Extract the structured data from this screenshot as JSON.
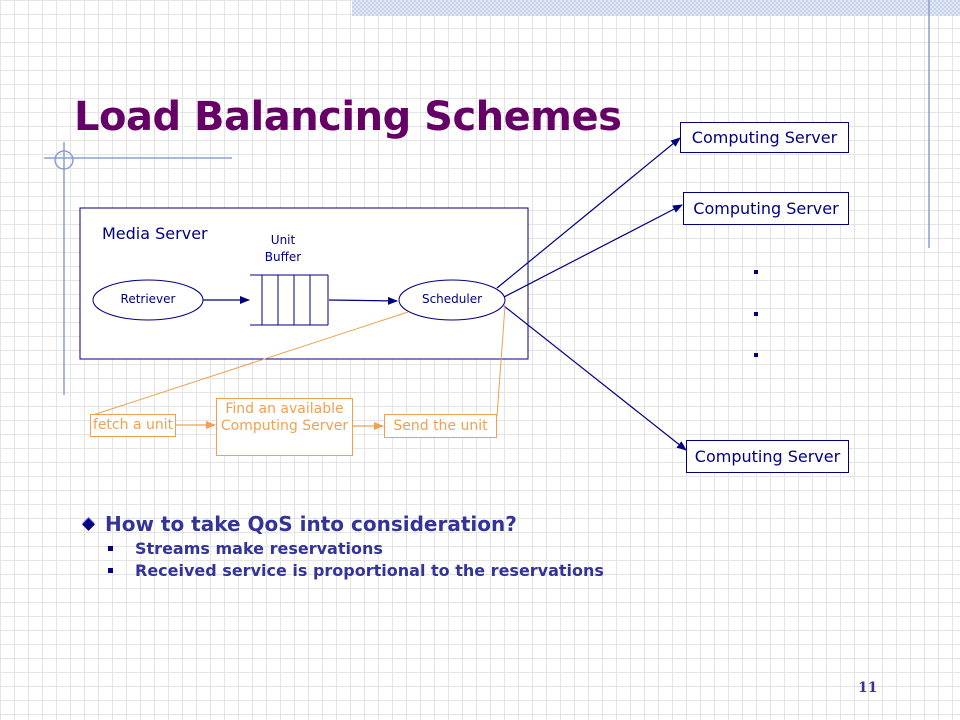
{
  "title": "Load Balancing Schemes",
  "diagram": {
    "media_server_label": "Media Server",
    "unit_buffer_label": "Unit\nBuffer",
    "unit_label": "Unit",
    "buffer_label": "Buffer",
    "retriever_label": "Retriever",
    "scheduler_label": "Scheduler",
    "servers": [
      "Computing Server",
      "Computing Server",
      "Computing Server"
    ],
    "steps": [
      "fetch a unit",
      "Find an available Computing Server",
      "Send the unit"
    ]
  },
  "bullets": {
    "main": "How to take QoS into consideration?",
    "sub": [
      "Streams make reservations",
      "Received service is proportional to the reservations"
    ]
  },
  "page_number": "11",
  "colors": {
    "title": "#660066",
    "diagram": "#000080",
    "steps": "#f0a050",
    "bullet_text": "#333399"
  }
}
